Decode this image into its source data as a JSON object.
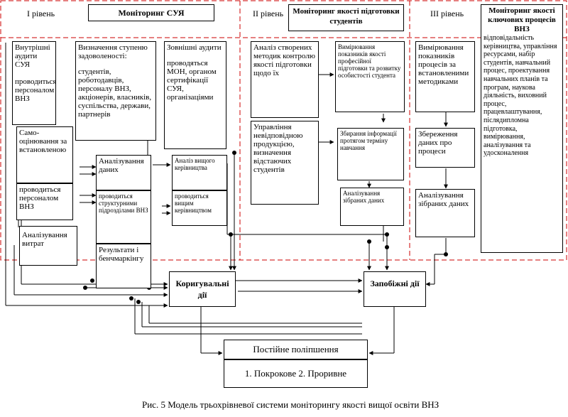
{
  "levels": {
    "level1": {
      "label": "І рівень",
      "title": "Моніторинг СУЯ"
    },
    "level2": {
      "label": "ІІ рівень",
      "title": "Моніторинг якості підготовки студентів"
    },
    "level3": {
      "label": "ІІІ рівень",
      "title": "Моніторинг якості ключових процесів ВНЗ"
    }
  },
  "level1_boxes": {
    "internal_audits": "Внутрішні аудити СУЯ",
    "internal_audits_desc": "проводиться персоналом ВНЗ",
    "satisfaction": "Визначення ступеню задоволеності:",
    "satisfaction_desc": "студентів, роботодавців, персоналу ВНЗ, акціонерів, власників, суспільства, держави, партнерів",
    "external_audits": "Зовнішні аудити",
    "external_audits_desc": "проводяться МОН, органом сертифікації СУЯ, організаціями",
    "self_assessment": "Само-оцінювання за встановленою",
    "self_assessment_desc": "проводиться персоналом ВНЗ",
    "cost_analysis": "Аналізування витрат",
    "data_analysis": "Аналізування даних",
    "data_analysis_desc": "проводиться структурними підрозділами ВНЗ",
    "results": "Результати і бенчмаркінгу",
    "top_analysis": "Аналіз вищого керівництва",
    "top_analysis_desc": "проводиться вищим керівництвом"
  },
  "level2_boxes": {
    "methods": "Аналіз створених методик контролю якості підготовки щодо їх",
    "measure_indicators": "Вимірювання показників якості професійної підготовки та розвитку особистості студента",
    "management": "Управління невідповідною продукцією, визначення відстаючих студентів",
    "collect": "Збирання інформації протягом терміну навчання",
    "analyze": "Аналізування зібраних даних"
  },
  "level3_boxes": {
    "measure": "Вимірювання показників процесів за встановленими методиками",
    "store": "Збереження даних про процеси",
    "analyze": "Аналізування зібраних даних",
    "processes_list": "відповідальність керівництва, управління ресурсами, набір студентів, навчальний процес, проектування навчальних планів та програм, наукова діяльність, виховний процес, працевлаштування, післядипломна підготовка, вимірювання, аналізування та удосконалення"
  },
  "actions": {
    "corrective": "Коригувальні дії",
    "preventive": "Запобіжні дії",
    "improvement": "Постійне поліпшення",
    "improvement_types": "1. Покрокове 2. Проривне"
  },
  "caption": "Рис. 5 Модель трьохрівневої системи моніторингу якості вищої освіти ВНЗ"
}
